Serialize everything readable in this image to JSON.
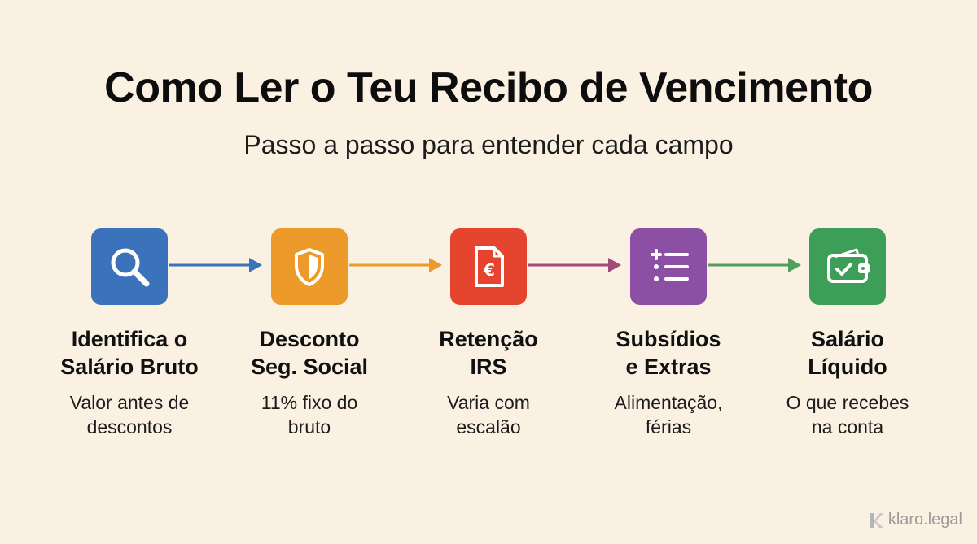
{
  "title": "Como Ler o Teu Recibo de Vencimento",
  "subtitle": "Passo a passo para entender cada campo",
  "steps": [
    {
      "label_1": "Identifica o",
      "label_2": "Salário Bruto",
      "desc_1": "Valor antes de",
      "desc_2": "descontos",
      "color": "#3a73bb",
      "icon": "magnifier-icon"
    },
    {
      "label_1": "Desconto",
      "label_2": "Seg. Social",
      "desc_1": "11% fixo do",
      "desc_2": "bruto",
      "color": "#ec9a2a",
      "icon": "shield-icon"
    },
    {
      "label_1": "Retenção",
      "label_2": "IRS",
      "desc_1": "Varia com",
      "desc_2": "escalão",
      "color": "#e5452f",
      "icon": "euro-document-icon"
    },
    {
      "label_1": "Subsídios",
      "label_2": "e Extras",
      "desc_1": "Alimentação,",
      "desc_2": "férias",
      "color": "#8b4fa3",
      "icon": "plus-list-icon"
    },
    {
      "label_1": "Salário",
      "label_2": "Líquido",
      "desc_1": "O que recebes",
      "desc_2": "na conta",
      "color": "#3d9e57",
      "icon": "wallet-check-icon"
    }
  ],
  "arrows": [
    {
      "color": "#3a73bb"
    },
    {
      "color": "#ec9a2a"
    },
    {
      "color": "#a24a78"
    },
    {
      "color": "#4fa05a"
    }
  ],
  "brand": {
    "text": "klaro.legal",
    "icon": "k-logo-icon"
  }
}
